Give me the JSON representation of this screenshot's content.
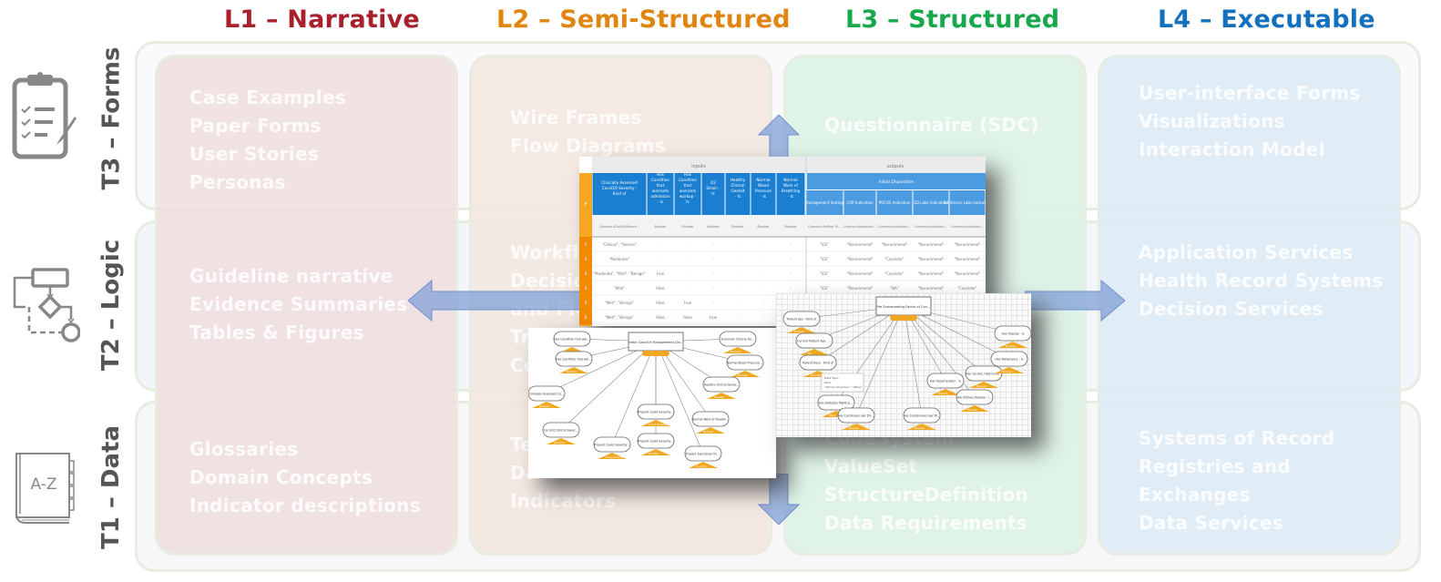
{
  "columns": [
    {
      "id": "l1",
      "label": "L1 – Narrative",
      "color": "#a8202c",
      "panel_color": "#f2e2e2"
    },
    {
      "id": "l2",
      "label": "L2 – Semi-Structured",
      "color": "#e0850f",
      "panel_color": "#f4e9e2"
    },
    {
      "id": "l3",
      "label": "L3 – Structured",
      "color": "#16a84a",
      "panel_color": "#def2e6"
    },
    {
      "id": "l4",
      "label": "L4 – Executable",
      "color": "#1370bd",
      "panel_color": "#deebf5"
    }
  ],
  "rows": [
    {
      "id": "t3",
      "label": "T3 – Forms",
      "icon": "clipboard-checklist-icon"
    },
    {
      "id": "t2",
      "label": "T2 – Logic",
      "icon": "flowchart-icon"
    },
    {
      "id": "t1",
      "label": "T1 – Data",
      "icon": "a-z-dictionary-book-icon"
    }
  ],
  "cells": {
    "t3": {
      "l1": [
        "Case Examples",
        "Paper Forms",
        "User Stories",
        "Personas"
      ],
      "l2": [
        "Wire Frames",
        "Flow Diagrams"
      ],
      "l3": [
        "Questionnaire (SDC)"
      ],
      "l4": [
        "User-interface Forms",
        "Visualizations",
        "Interaction Model"
      ]
    },
    "t2": {
      "l1": [
        "Guideline narrative",
        "Evidence Summaries",
        "Tables & Figures"
      ],
      "l2": [
        "Workflow",
        "Decision",
        "and Flo",
        "Tri",
        "Co"
      ],
      "l3": [],
      "l4": [
        "Application Services",
        "Health Record Systems",
        "Decision Services"
      ]
    },
    "t1": {
      "l1": [
        "Glossaries",
        "Domain Concepts",
        "Indicator descriptions"
      ],
      "l2": [
        "Te",
        "Da",
        "Indicators"
      ],
      "l3": [
        "CodeSystem",
        "ValueSet",
        "StructureDefinition",
        "Data Requirements"
      ],
      "l4": [
        "Systems of Record",
        "Registries and",
        "Exchanges",
        "Data Services"
      ]
    }
  },
  "arrows": {
    "color": "#8eaadb",
    "directions": [
      "up",
      "down",
      "left",
      "right"
    ]
  },
  "dmn_table": {
    "inputs_label": "inputs",
    "outputs_label": "outputs",
    "hit_policy": "F",
    "input_columns": [
      "Clinically Assessed Covid19 Severity - Kind of",
      "Has Condition that warrants admission - Is",
      "Has Condition that warrants workup - Is",
      "O2 Strain - Is",
      "Healthy Clinical Gestalt - Is",
      "Normal Blood Pressure - Is",
      "Normal Work of Breathing - Is"
    ],
    "output_group": "Initial Disposition",
    "output_columns": [
      "Management Setting",
      "CXR Indication",
      "POCUS Indication",
      "ED Labs Indication",
      "Admission Labs Indication"
    ],
    "type_row": {
      "inputs": [
        "Common.tCovid19Severity \"Critical\", \"Severe\", \"Moderate\", \"Mild at Risk\", \"Mild Low Risk\"",
        "Boolean",
        "Boolean",
        "Boolean",
        "Boolean",
        "Boolean",
        "Boolean"
      ],
      "outputs": [
        "Common.tSetting \"Home\", \"ICU\", \"ED\", \"Inpatient\"",
        "Common.tIndication \"Recommend\", \"Consider\", \"NA\"",
        "Common.tIndication \"Recommend\", \"Consider\", \"NA\"",
        "Common.tIndication \"Recommend\", \"Consider\", \"NA\"",
        "Common.tIndication \"Recommend\", \"Consider\", \"NA\""
      ]
    },
    "rules": [
      {
        "n": "1",
        "inputs": [
          "\"Critical\", \"Severe\"",
          "-",
          "-",
          "-",
          "-",
          "-",
          "-"
        ],
        "outputs": [
          "\"ED\"",
          "\"Recommend\"",
          "\"Recommend\"",
          "\"Recommend\"",
          "\"Recommend\""
        ]
      },
      {
        "n": "2",
        "inputs": [
          "\"Moderate\"",
          "-",
          "-",
          "-",
          "-",
          "-",
          "-"
        ],
        "outputs": [
          "\"ED\"",
          "\"Recommend\"",
          "\"Consider\"",
          "\"Recommend\"",
          "\"Recommend\""
        ]
      },
      {
        "n": "3",
        "inputs": [
          "\"Moderate\", \"Mild\", \"Benign\"",
          "true",
          "-",
          "-",
          "-",
          "-",
          "-"
        ],
        "outputs": [
          "\"ED\"",
          "\"Recommend\"",
          "\"Consider\"",
          "\"Recommend\"",
          "\"Recommend\""
        ]
      },
      {
        "n": "4",
        "inputs": [
          "\"Mild\"",
          "false",
          "-",
          "-",
          "-",
          "-",
          "-"
        ],
        "outputs": [
          "\"ED\"",
          "\"Recommend\"",
          "\"NA\"",
          "\"Recommend\"",
          "\"Consider\""
        ]
      },
      {
        "n": "5",
        "inputs": [
          "\"Mild\", \"Benign\"",
          "false",
          "true",
          "-",
          "-",
          "-",
          "-"
        ],
        "outputs": [
          "",
          "",
          "",
          "",
          ""
        ]
      },
      {
        "n": "6",
        "inputs": [
          "\"Mild\", \"Benign\"",
          "false",
          "false",
          "true",
          "-",
          "-",
          "-"
        ],
        "outputs": [
          "",
          "",
          "",
          "",
          ""
        ]
      }
    ]
  },
  "graph_left": {
    "decision": "Initial Covid19 Management Disposition",
    "nodes": [
      "Has Condition that warrants workup - Is",
      "Has Condition that warrants admission - Is",
      "Clinically Assessed Covid19 Severity - Kind of",
      "Exclusion Criteria for Respiratory Support - Is",
      "Normal Blood Pressure - Is",
      "Healthy Clinical Gestalt - Is",
      "Normal Work of Breathing - Is",
      "Present Covid Severity - by Risks and Symptoms",
      "Present Covid Severity - by O2 and Vitals",
      "Present Covid Severity - by O2 and Vitals Current qCSI Score",
      "Present Exertional O2 Saturation - Value of",
      "Current Clinical Severity - qCSI and Vitals"
    ],
    "tag_labels": [
      "Boolean",
      "Text",
      "Covid Severity",
      "Number",
      "Quantity"
    ]
  },
  "graph_right": {
    "decision": "Pre Exacerbating Factor of Covid19 - Count of",
    "nodes": [
      "Patient Sex - Kind of",
      "Current Patient Age - Value of",
      "Patient Race - Kind of",
      "Has Diabetes Mellitus - Is",
      "Has Cardiovascular Disease - Is",
      "Has Cerebrovascular Disease - Is",
      "Has Hypertension - Is",
      "Has Kidney Disease - Is",
      "Has Chronic Obstructive Pulmonary Disease - Is",
      "Has Malignancy - Is",
      "Has Obesity - Is"
    ],
    "tooltip": [
      "Data Type:",
      "Race",
      "\"African American\", \"Other\""
    ],
    "tag_labels": [
      "Boolean",
      "Sex",
      "Quantity",
      "Race"
    ]
  }
}
